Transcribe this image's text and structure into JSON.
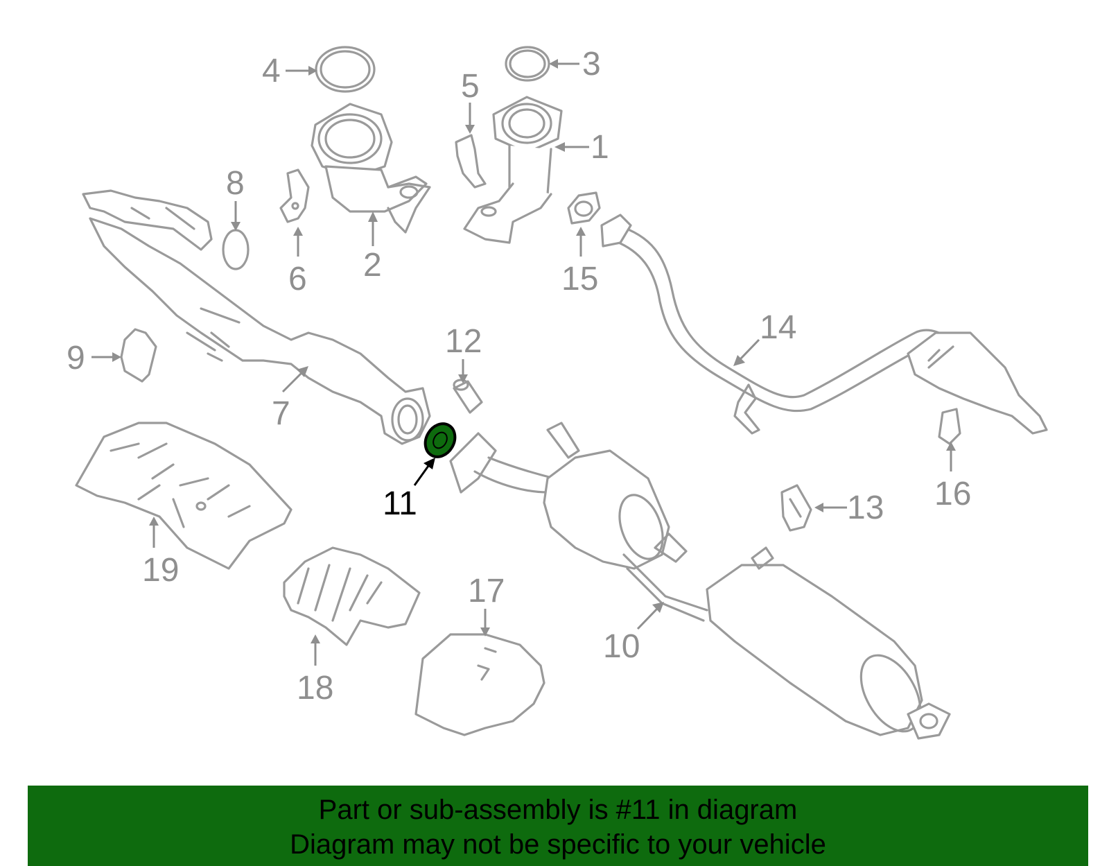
{
  "callouts": [
    {
      "id": "1",
      "label": "1"
    },
    {
      "id": "2",
      "label": "2"
    },
    {
      "id": "3",
      "label": "3"
    },
    {
      "id": "4",
      "label": "4"
    },
    {
      "id": "5",
      "label": "5"
    },
    {
      "id": "6",
      "label": "6"
    },
    {
      "id": "7",
      "label": "7"
    },
    {
      "id": "8",
      "label": "8"
    },
    {
      "id": "9",
      "label": "9"
    },
    {
      "id": "10",
      "label": "10"
    },
    {
      "id": "11",
      "label": "11"
    },
    {
      "id": "12",
      "label": "12"
    },
    {
      "id": "13",
      "label": "13"
    },
    {
      "id": "14",
      "label": "14"
    },
    {
      "id": "15",
      "label": "15"
    },
    {
      "id": "16",
      "label": "16"
    },
    {
      "id": "17",
      "label": "17"
    },
    {
      "id": "18",
      "label": "18"
    },
    {
      "id": "19",
      "label": "19"
    }
  ],
  "highlighted_part": "11",
  "colors": {
    "banner_background": "#0e6b0e",
    "highlight_fill": "#0e6b0e",
    "part_stroke": "#9a9a9a",
    "label_gray": "#8f8f8f"
  },
  "banner": {
    "line1": "Part or sub-assembly is #11 in diagram",
    "line2": "Diagram may not be specific to your vehicle"
  }
}
